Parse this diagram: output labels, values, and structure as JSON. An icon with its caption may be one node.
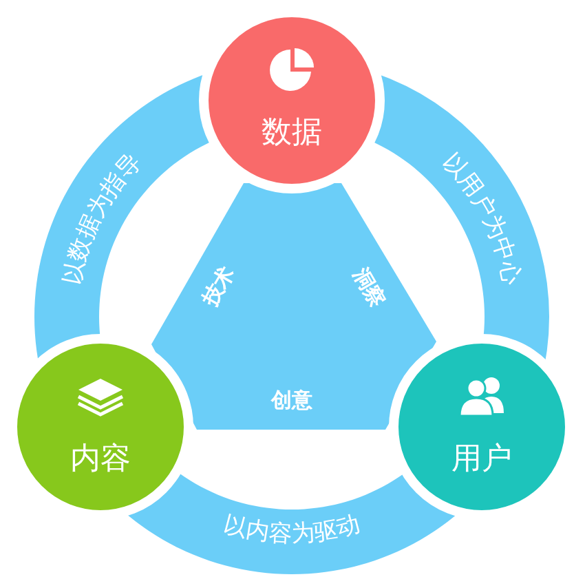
{
  "diagram": {
    "nodes": [
      {
        "text": [
          "数据"
        ]
      },
      {
        "text": [
          "以数据为指导"
        ]
      },
      {
        "text": [
          "以用户为中心"
        ]
      },
      {
        "text": [
          "技术",
          "洞察",
          "创意"
        ]
      },
      {
        "text": [
          "内容"
        ]
      },
      {
        "text": [
          "用户"
        ]
      },
      {
        "text": [
          "以内容为驱动"
        ]
      }
    ]
  }
}
